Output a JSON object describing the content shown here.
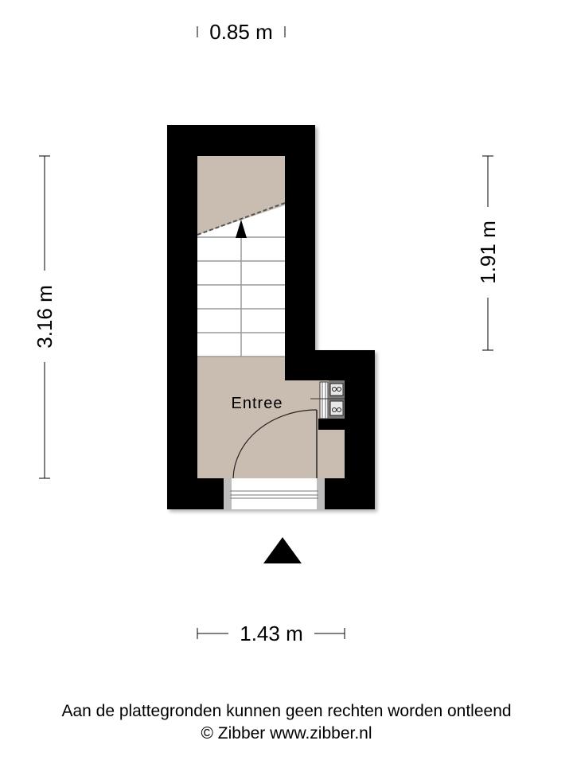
{
  "dimensions": {
    "top_width": "0.85 m",
    "bottom_width": "1.43 m",
    "left_height": "3.16 m",
    "right_height": "1.91 m"
  },
  "rooms": {
    "entree": "Entree"
  },
  "colors": {
    "wall": "#000000",
    "floor": "#c9bdb1",
    "stairs": "#ffffff",
    "stair_lines": "#9a9a9a"
  },
  "icons": {
    "orientation": "north-arrow-triangle-icon",
    "meter": "utility-meter-icon"
  },
  "footer": {
    "disclaimer": "Aan de plattegronden kunnen geen rechten worden ontleend",
    "copyright": "© Zibber www.zibber.nl"
  }
}
